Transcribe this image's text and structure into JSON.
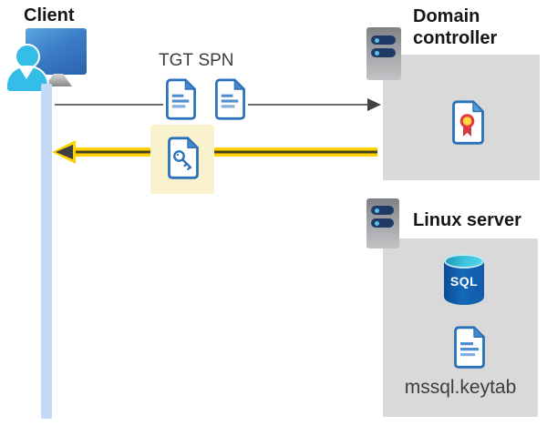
{
  "diagram": {
    "client": {
      "label": "Client"
    },
    "flow": {
      "tgt_label": "TGT",
      "spn_label": "SPN"
    },
    "domain_controller": {
      "title": "Domain controller"
    },
    "linux_server": {
      "title": "Linux server",
      "sql_badge": "SQL",
      "keytab_label": "mssql.keytab"
    },
    "icons": [
      "client-monitor-icon",
      "client-person-icon",
      "timeline-bar",
      "tgt-document-icon",
      "spn-document-icon",
      "service-ticket-key-icon",
      "request-arrow-right-icon",
      "response-arrow-left-icon",
      "server-icon",
      "certificate-icon",
      "sql-database-icon",
      "keytab-document-icon"
    ],
    "colors": {
      "accent_yellow": "#FFD200",
      "highlight_yellow": "#FAF1CE",
      "document_blue": "#2971B8",
      "box_gray": "#D9D9D9",
      "person_cyan": "#34BDE7",
      "timeline_blue": "#C3DAF7",
      "arrow_gray": "#6A6C6E",
      "arrowhead_dark": "#414042",
      "server_bar_navy": "#203A68",
      "sql_body_blue": "#1164B4",
      "certificate_red": "#D23B42",
      "certificate_gold": "#FFD83D"
    }
  }
}
